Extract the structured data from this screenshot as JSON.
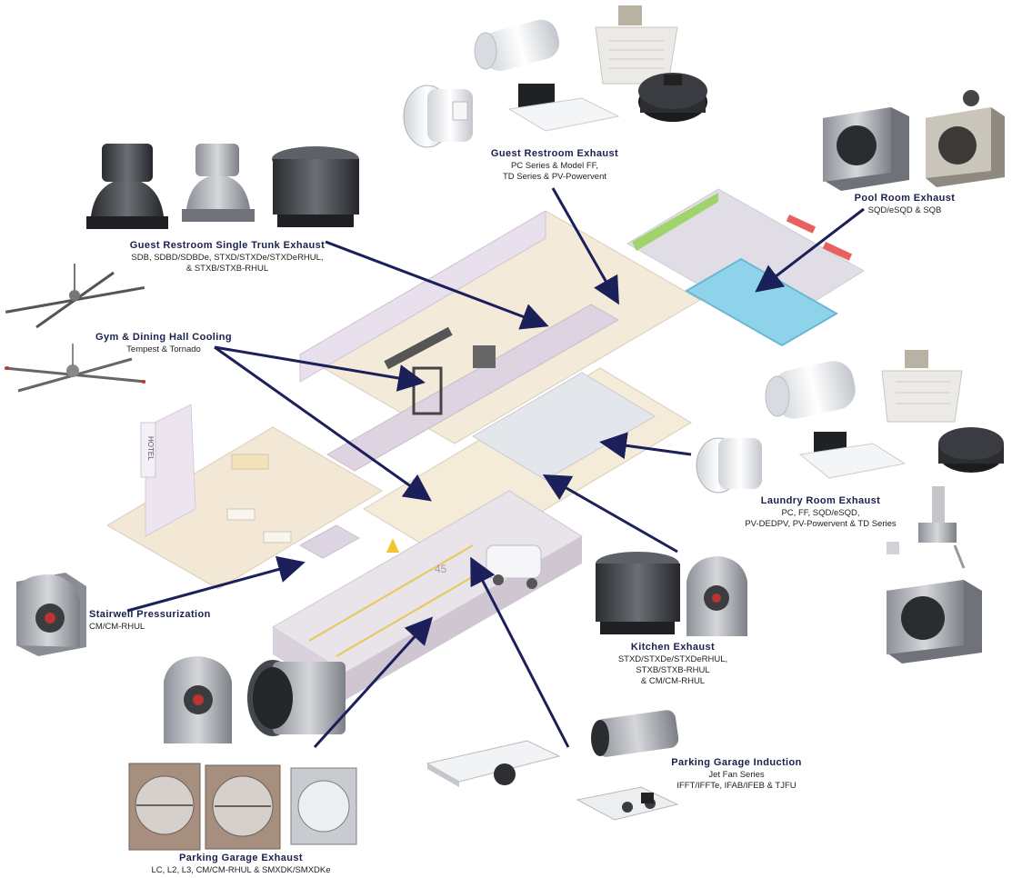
{
  "labels": {
    "guest_restroom_exhaust": {
      "title": "Guest Restroom Exhaust",
      "lines": [
        "PC Series & Model FF,",
        "TD Series & PV-Powervent"
      ]
    },
    "single_trunk": {
      "title": "Guest Restroom Single Trunk Exhaust",
      "lines": [
        "SDB, SDBD/SDBDe, STXD/STXDe/STXDeRHUL,",
        "& STXB/STXB-RHUL"
      ]
    },
    "pool_room": {
      "title": "Pool Room Exhaust",
      "lines": [
        "SQD/eSQD & SQB"
      ]
    },
    "gym_cooling": {
      "title": "Gym & Dining Hall Cooling",
      "lines": [
        "Tempest & Tornado"
      ]
    },
    "laundry_room": {
      "title": "Laundry Room Exhaust",
      "lines": [
        "PC, FF, SQD/eSQD,",
        "PV-DEDPV, PV-Powervent & TD Series"
      ]
    },
    "stairwell": {
      "title": "Stairwell Pressurization",
      "lines": [
        "CM/CM-RHUL"
      ]
    },
    "kitchen": {
      "title": "Kitchen Exhaust",
      "lines": [
        "STXD/STXDe/STXDeRHUL,",
        "STXB/STXB-RHUL",
        "& CM/CM-RHUL"
      ]
    },
    "parking_induction": {
      "title": "Parking Garage Induction",
      "lines": [
        "Jet Fan Series",
        "IFFT/IFFTe, IFAB/IFEB & TJFU"
      ]
    },
    "parking_exhaust": {
      "title": "Parking Garage Exhaust",
      "lines": [
        "LC, L2, L3, CM/CM-RHUL & SMXDK/SMXDKe"
      ]
    }
  },
  "building_signs": {
    "hotel_sign": "HOTEL",
    "garage_number": "45"
  },
  "colors": {
    "arrow": "#1b1f5a",
    "floor": "#f1e6d2",
    "wall": "#ebe4ef",
    "pool": "#8fd3ea",
    "grass": "#9fd36b",
    "metal": "#a9acb3",
    "dark_metal": "#3c3f45",
    "white_fan": "#e9ecef"
  }
}
